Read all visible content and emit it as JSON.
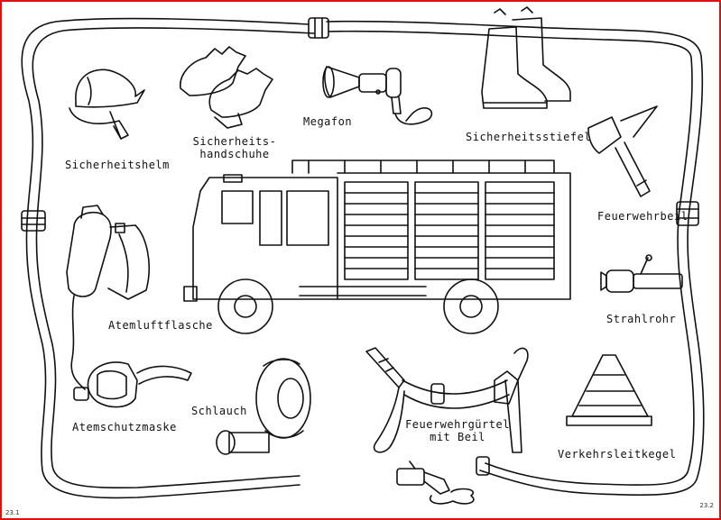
{
  "labels": {
    "helmet": "Sicherheitshelm",
    "gloves_line1": "Sicherheits-",
    "gloves_line2": "handschuhe",
    "megaphone": "Megafon",
    "boots": "Sicherheitsstiefel",
    "axe": "Feuerwehrbeil",
    "air_tank": "Atemluftflasche",
    "nozzle": "Strahlrohr",
    "mask": "Atemschutzmaske",
    "hose": "Schlauch",
    "belt_line1": "Feuerwehrgürtel",
    "belt_line2": "mit Beil",
    "cone": "Verkehrsleitkegel"
  },
  "corners": {
    "left": "23.1",
    "right": "23.2"
  },
  "colors": {
    "frame": "#e01010",
    "ink": "#111111"
  }
}
